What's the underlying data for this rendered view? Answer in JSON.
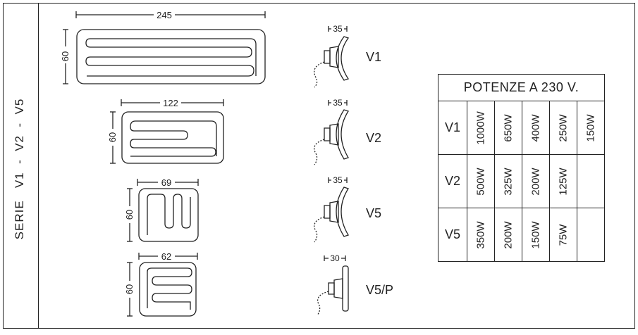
{
  "side_title": "SERIE   V1  -  V2  -  V5",
  "plates": [
    {
      "width": "245",
      "height": "60"
    },
    {
      "width": "122",
      "height": "60"
    },
    {
      "width": "69",
      "height": "60"
    },
    {
      "width": "62",
      "height": "60"
    }
  ],
  "profiles": [
    {
      "label": "V1",
      "depth": "35"
    },
    {
      "label": "V2",
      "depth": "35"
    },
    {
      "label": "V5",
      "depth": "35"
    },
    {
      "label": "V5/P",
      "depth": "30"
    }
  ],
  "table": {
    "title": "POTENZE A 230 V.",
    "rows": [
      {
        "model": "V1",
        "powers": [
          "1000W",
          "650W",
          "400W",
          "250W",
          "150W"
        ]
      },
      {
        "model": "V2",
        "powers": [
          "500W",
          "325W",
          "200W",
          "125W",
          ""
        ]
      },
      {
        "model": "V5",
        "powers": [
          "350W",
          "200W",
          "150W",
          "75W",
          ""
        ]
      }
    ]
  }
}
